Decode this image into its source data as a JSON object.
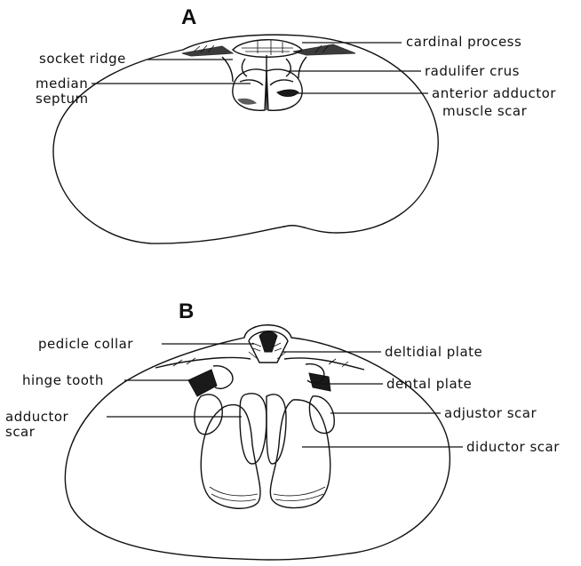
{
  "panels": [
    {
      "letter": "A",
      "labels": {
        "socket_ridge": "socket ridge",
        "median_septum_line1": "median",
        "median_septum_line2": "septum",
        "cardinal_process": "cardinal process",
        "radulifer_crus": "radulifer crus",
        "anterior_adductor_line1": "anterior adductor",
        "anterior_adductor_line2": "muscle scar"
      }
    },
    {
      "letter": "B",
      "labels": {
        "pedicle_collar": "pedicle collar",
        "hinge_tooth": "hinge tooth",
        "adductor_scar_line1": "adductor",
        "adductor_scar_line2": "scar",
        "deltidial_plate": "deltidial plate",
        "dental_plate": "dental plate",
        "adjustor_scar": "adjustor scar",
        "diductor_scar": "diductor scar"
      }
    }
  ]
}
